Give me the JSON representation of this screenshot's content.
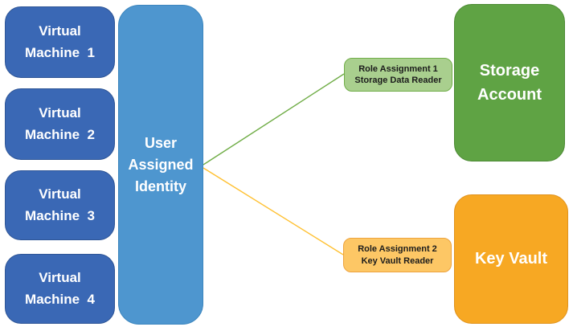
{
  "diagram": {
    "virtual_machines": [
      {
        "label": "Virtual\nMachine  1"
      },
      {
        "label": "Virtual\nMachine  2"
      },
      {
        "label": "Virtual\nMachine  3"
      },
      {
        "label": "Virtual\nMachine  4"
      }
    ],
    "identity": {
      "label": "User\nAssigned\nIdentity"
    },
    "role_assignments": [
      {
        "title": "Role Assignment 1",
        "role": "Storage Data Reader"
      },
      {
        "title": "Role Assignment 2",
        "role": "Key Vault Reader"
      }
    ],
    "resources": [
      {
        "label": "Storage\nAccount"
      },
      {
        "label": "Key Vault"
      }
    ],
    "colors": {
      "vm_fill": "#3A68B5",
      "vm_border": "#2E5596",
      "identity_fill": "#4E96CF",
      "identity_border": "#3C86BE",
      "storage_fill": "#5FA344",
      "storage_border": "#4C8A33",
      "keyvault_fill": "#F7A823",
      "keyvault_border": "#E0921C",
      "role1_fill": "#A9CF8E",
      "role1_border": "#70AD47",
      "role2_fill": "#FDC765",
      "role2_border": "#EDA33D",
      "connector_storage": "#70AD47",
      "connector_keyvault": "#FFC133"
    }
  }
}
